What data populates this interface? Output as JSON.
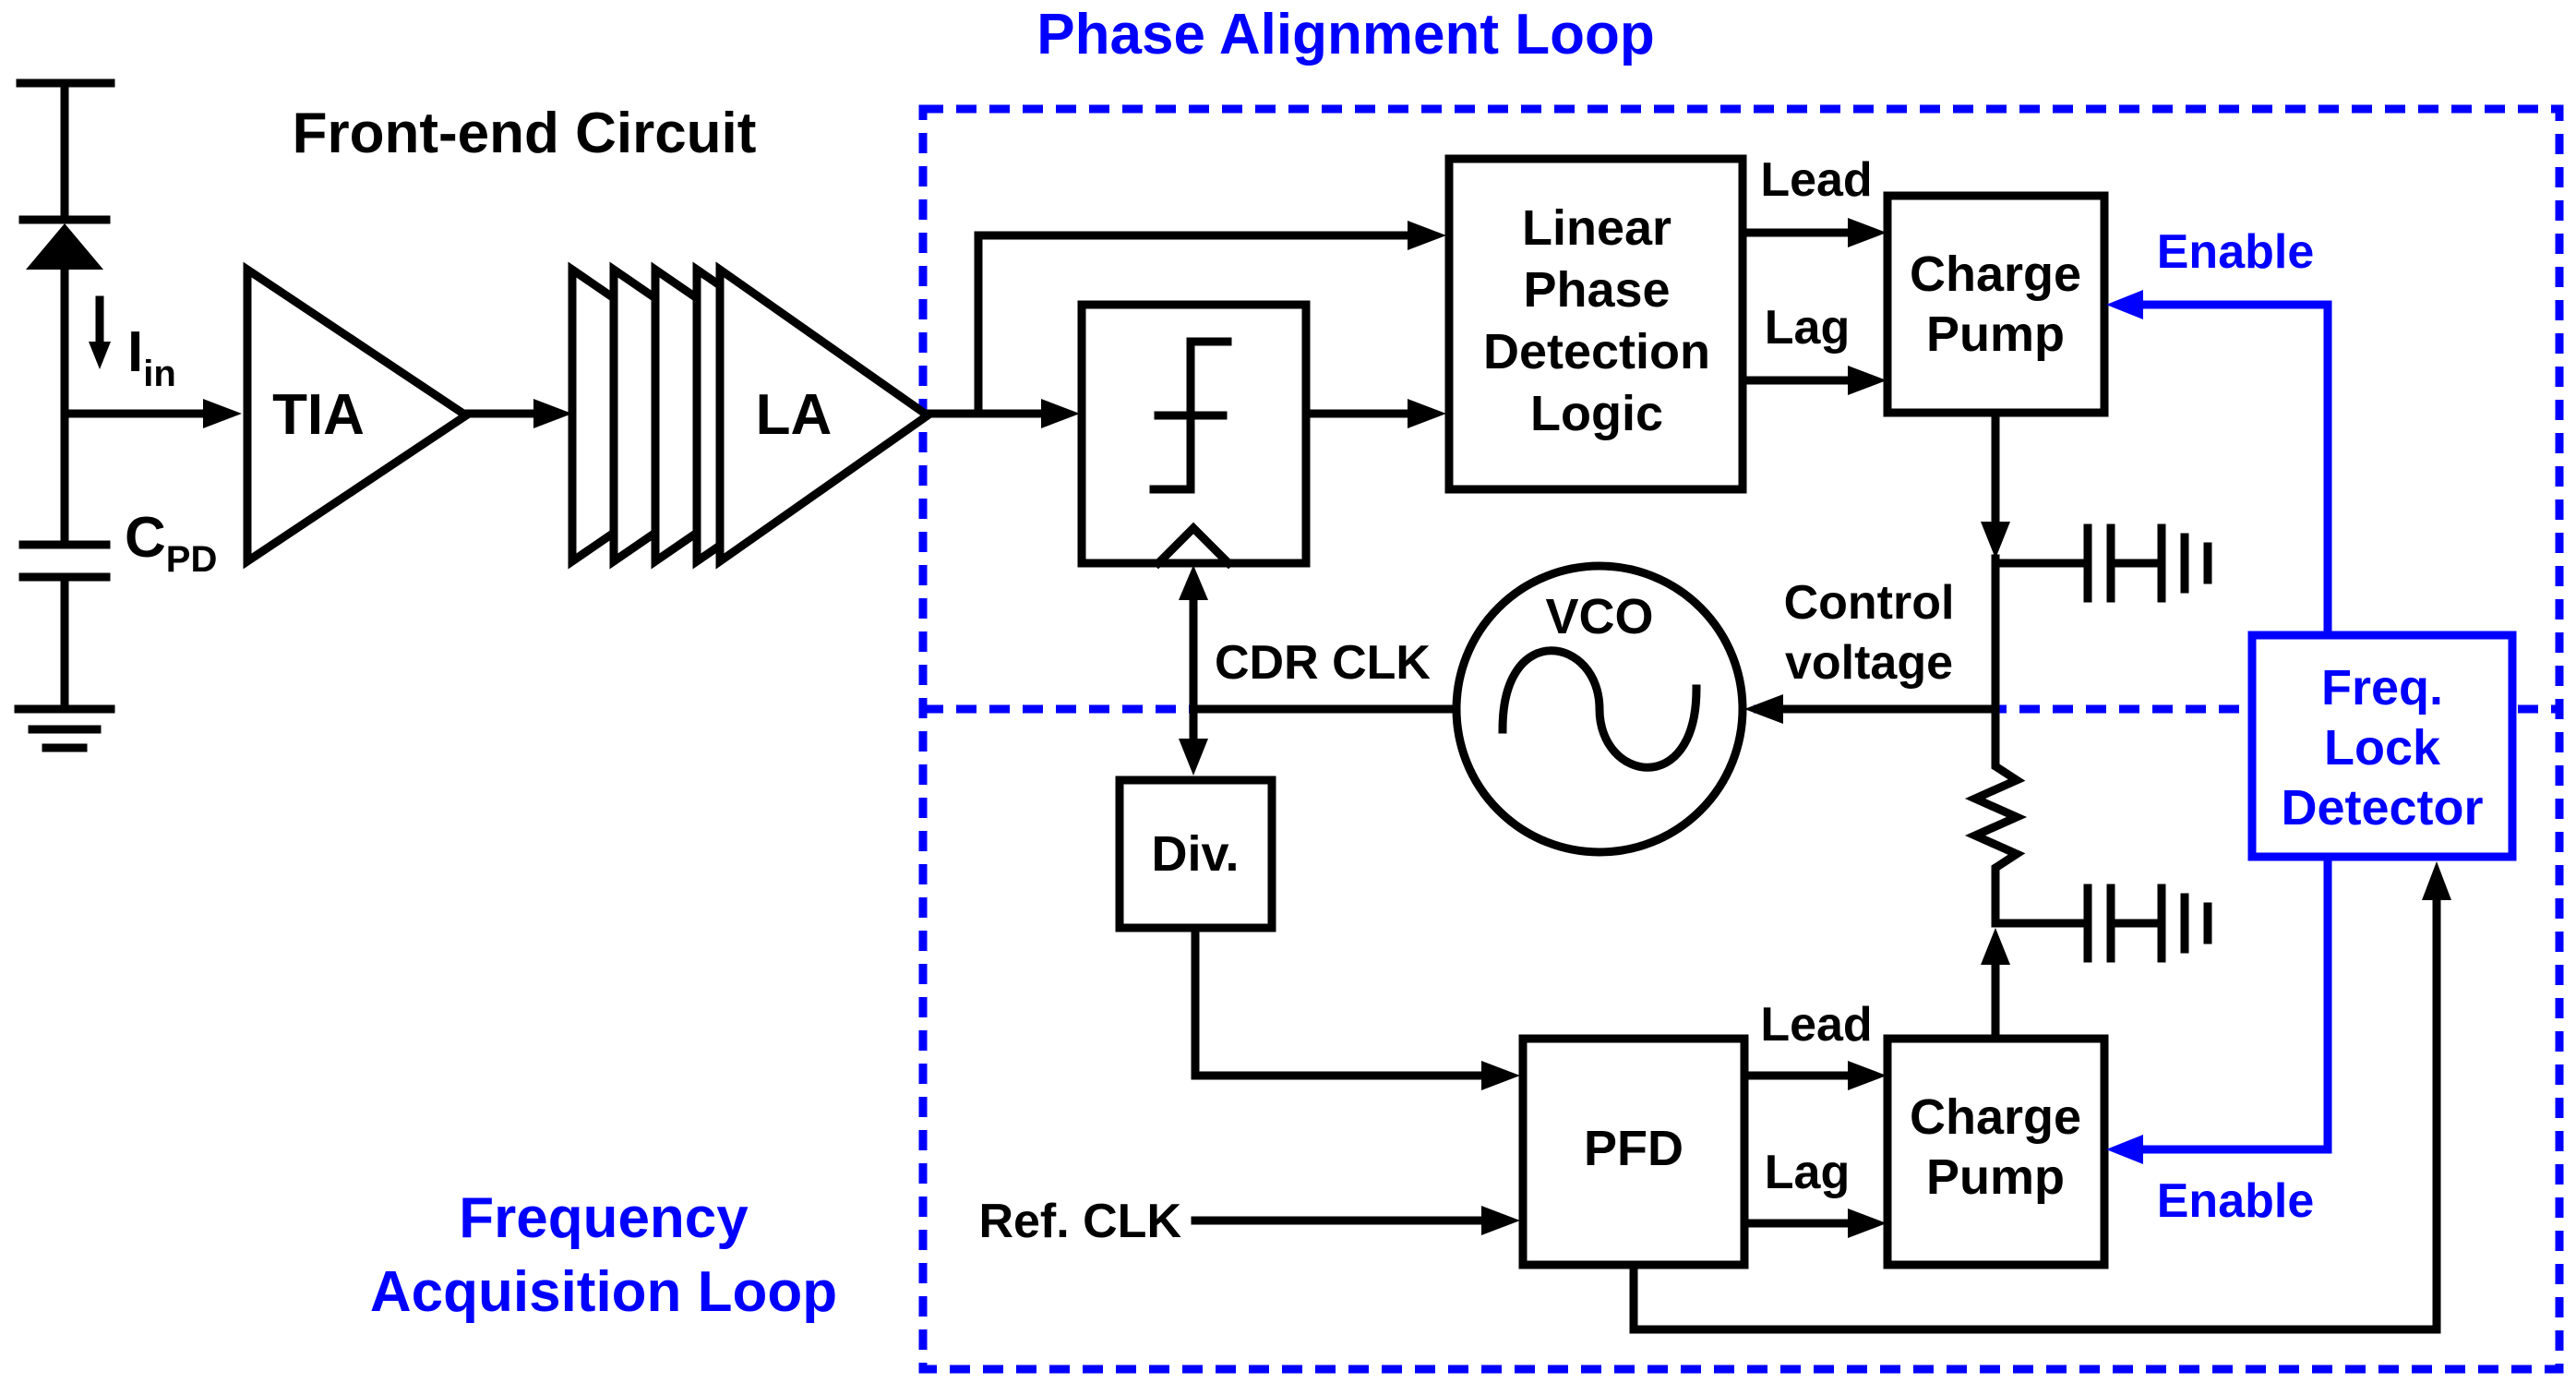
{
  "loops": {
    "phase_alignment": "Phase Alignment Loop",
    "frequency_acquisition_line1": "Frequency",
    "frequency_acquisition_line2": "Acquisition Loop"
  },
  "front_end": {
    "title": "Front-end Circuit",
    "current_symbol": "I",
    "current_subscript": "in",
    "cap_symbol": "C",
    "cap_subscript": "PD",
    "tia": "TIA",
    "la": "LA"
  },
  "blocks": {
    "phase_detector": [
      "Linear",
      "Phase",
      "Detection",
      "Logic"
    ],
    "charge_pump_top": [
      "Charge",
      "Pump"
    ],
    "charge_pump_bottom": [
      "Charge",
      "Pump"
    ],
    "vco": "VCO",
    "divider": "Div.",
    "pfd": "PFD",
    "freq_lock_detector": [
      "Freq.",
      "Lock",
      "Detector"
    ]
  },
  "signals": {
    "lead_top": "Lead",
    "lag_top": "Lag",
    "lead_bottom": "Lead",
    "lag_bottom": "Lag",
    "enable_top": "Enable",
    "enable_bottom": "Enable",
    "control_voltage": [
      "Control",
      "voltage"
    ],
    "cdr_clk": "CDR CLK",
    "ref_clk": "Ref. CLK"
  },
  "colors": {
    "loop_accent": "#0000ff",
    "line": "#000000"
  }
}
